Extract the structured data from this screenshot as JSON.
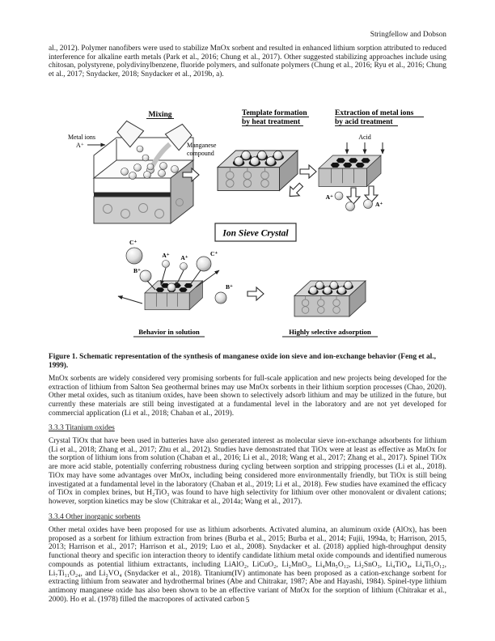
{
  "header": {
    "running_head": "Stringfellow and Dobson"
  },
  "paragraphs": {
    "p1": "al., 2012). Polymer nanofibers were used to stabilize MnOx sorbent and resulted in enhanced lithium sorption attributed to reduced interference for alkaline earth metals (Park et al., 2016; Chung et al., 2017). Other suggested stabilizing approaches include using chitosan, polystyrene, polydivinylbenzene, fluoride polymers, and sulfonate polymers (Chung et al., 2016; Ryu et al., 2016; Chung et al., 2017; Snydacker, 2018; Snydacker et al., 2019b, a).",
    "p2": "MnOx sorbents are widely considered very promising sorbents for full-scale application and new projects being developed for the extraction of lithium from Salton Sea geothermal brines may use MnOx sorbents in their lithium sorption processes (Chao, 2020). Other metal oxides, such as titanium oxides, have been shown to selectively adsorb lithium and may be utilized in the future, but currently these materials are still being investigated at a fundamental level in the laboratory and are not yet developed for commercial application (Li et al., 2018; Chaban et al., 2019).",
    "p3": "Crystal TiOx that have been used in batteries have also generated interest as molecular sieve ion-exchange adsorbents for lithium (Li et al., 2018; Zhang et al., 2017; Zhu et al., 2012). Studies have demonstrated that TiOx were at least as effective as MnOx for the sorption of lithium ions from solution (Chaban et al., 2016; Li et al., 2018; Wang et al., 2017; Zhang et al., 2017). Spinel TiOx are more acid stable, potentially conferring robustness during cycling between sorption and stripping processes (Li et al., 2018). TiOx may have some advantages over MnOx, including being considered more environmentally friendly, but TiOx is still being investigated at a fundamental level in the laboratory (Chaban et al., 2019; Li et al., 2018). Few studies have examined the efficacy of TiOx in complex brines, but H₂TiO₃ was found to have high selectivity for lithium over other monovalent or divalent cations; however, sorption kinetics may be slow (Chitrakar et al., 2014a; Wang et al., 2017).",
    "p4": "Other metal oxides have been proposed for use as lithium adsorbents. Activated alumina, an aluminum oxide (AlOx), has been proposed as a sorbent for lithium extraction from brines (Burba et al., 2015; Burba et al., 2014; Fujii, 1994a, b; Harrison, 2015, 2013; Harrison et al., 2017; Harrison et al., 2019; Luo et al., 2008). Snydacker et al. (2018) applied high-throughput density functional theory and specific ion interaction theory to identify candidate lithium metal oxide compounds and identified numerous compounds as potential lithium extractants, including LiAlO₂, LiCuO₂, Li₂MnO₃, Li₄Mn₅O₁₂, Li₂SnO₃, Li₄TiO₄, Li₄Ti₅O₁₂, Li₇Ti₁₁O₂₄, and Li₃VO₄ (Snydacker et al., 2018). Titanium(IV) antimonate has been proposed as a cation-exchange sorbent for extracting lithium from seawater and hydrothermal brines (Abe and Chitrakar, 1987; Abe and Hayashi, 1984).  Spinel-type lithium antimony manganese oxide has also been shown to be an effective variant of MnOx for the sorption of lithium (Chitrakar et al., 2000). Ho et al. (1978) filled the macropores of activated carbon"
  },
  "sections": {
    "s333": "3.3.3 Titanium oxides",
    "s334": "3.3.4 Other inorganic sorbents"
  },
  "figure": {
    "caption": "Figure 1. Schematic representation of the synthesis of manganese oxide ion sieve and ion-exchange behavior (Feng et al., 1999).",
    "labels": {
      "stage1_title": "Mixing",
      "stage2_title_1": "Template formation",
      "stage2_title_2": "by heat treatment",
      "stage3_title_1": "Extraction of metal ions",
      "stage3_title_2": "by acid treatment",
      "metal_ions": "Metal ions",
      "a_ion": "A⁺",
      "b_ion": "B⁺",
      "c_ion": "C⁺",
      "manganese_1": "Manganese",
      "manganese_2": "compound",
      "acid": "Acid",
      "center_box": "Ion Sieve Crystal",
      "stage4_label": "Behavior in solution",
      "stage5_label": "Highly selective adsorption"
    }
  },
  "footer": {
    "page_number": "5"
  }
}
